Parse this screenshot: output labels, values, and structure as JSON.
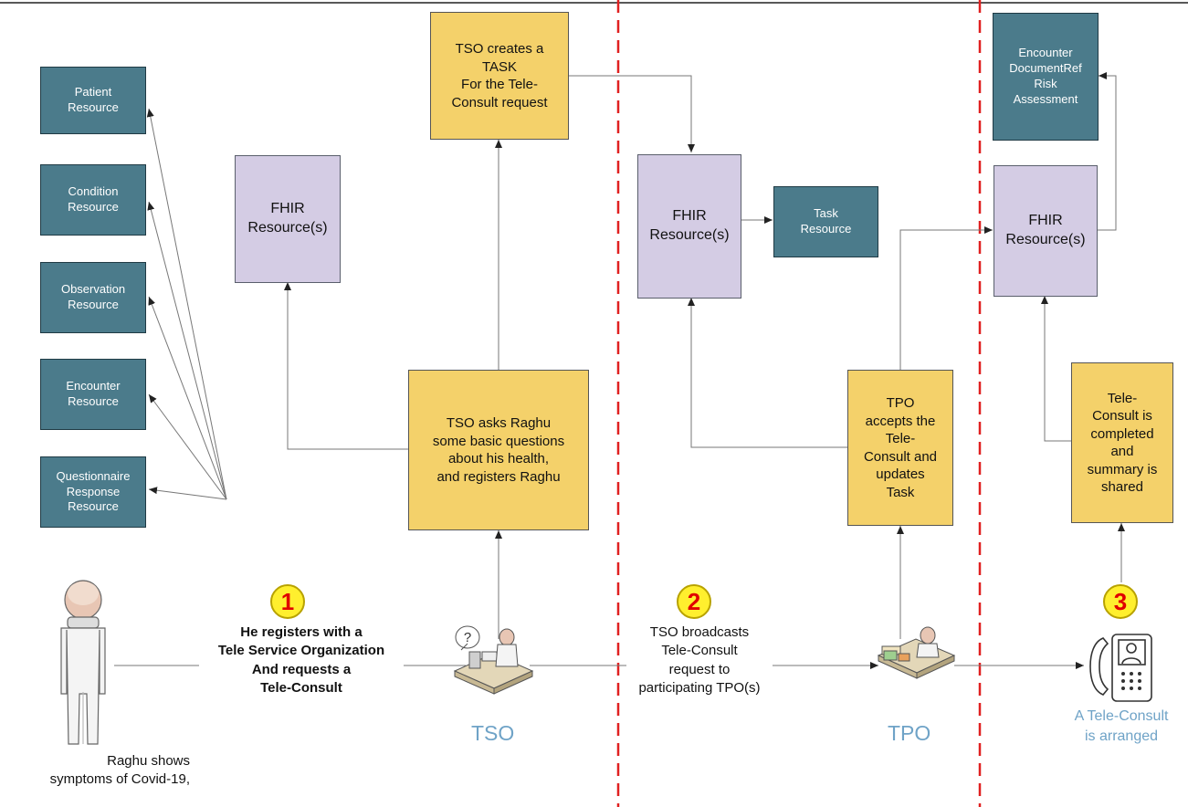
{
  "resources": {
    "patient": "Patient\nResource",
    "condition": "Condition\nResource",
    "observation": "Observation\nResource",
    "encounter": "Encounter\nResource",
    "questionnaire": "Questionnaire\nResponse\nResource",
    "task": "Task\nResource",
    "encounter_doc": "Encounter\nDocumentRef\nRisk\nAssessment"
  },
  "fhir_label": "FHIR\nResource(s)",
  "steps": {
    "tso_asks": "TSO asks Raghu\nsome basic questions\nabout his health,\nand registers Raghu",
    "tso_creates": "TSO creates a\nTASK\nFor the Tele-\nConsult request",
    "tpo_accepts": "TPO\naccepts the\nTele-\nConsult and\nupdates\nTask",
    "completed": "Tele-\nConsult is\ncompleted\nand\nsummary is\nshared"
  },
  "badges": [
    "1",
    "2",
    "3"
  ],
  "captions": {
    "register": "He registers with a\nTele Service Organization\nAnd requests a\nTele-Consult",
    "broadcast": "TSO broadcasts\nTele-Consult\nrequest to\nparticipating TPO(s)"
  },
  "actors": {
    "tso": "TSO",
    "tpo": "TPO",
    "arranged": "A Tele-Consult\nis arranged"
  },
  "patient_note": "Raghu shows\nsymptoms of Covid-19,",
  "icons": [
    "person-icon",
    "tso-desk-icon",
    "tpo-desk-icon",
    "video-phone-icon"
  ],
  "colors": {
    "resource": "#4b7b8b",
    "fhir": "#d4cce4",
    "step": "#f4d16a",
    "badge": "#ffef2e",
    "badge_text": "#e00000",
    "divider": "#e02020",
    "actor_label": "#6fa3c7"
  }
}
